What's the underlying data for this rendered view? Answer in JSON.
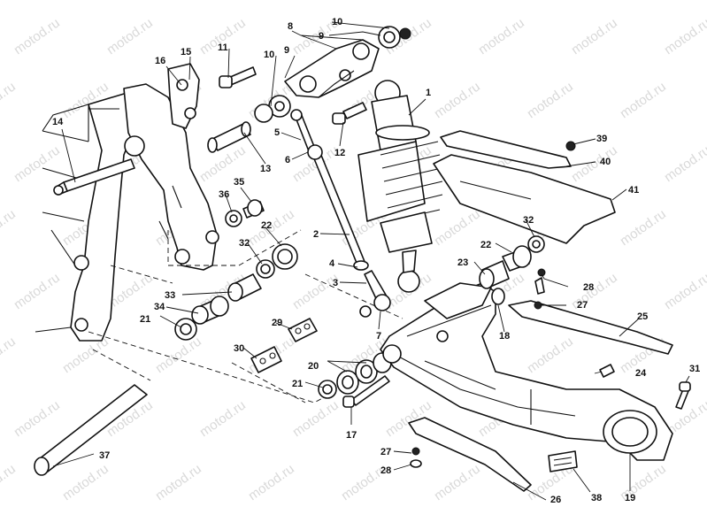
{
  "watermark": {
    "text": "motod.ru"
  },
  "callouts": [
    {
      "id": "c1",
      "text": "1"
    },
    {
      "id": "c2",
      "text": "2"
    },
    {
      "id": "c3",
      "text": "3"
    },
    {
      "id": "c4",
      "text": "4"
    },
    {
      "id": "c5",
      "text": "5"
    },
    {
      "id": "c6",
      "text": "6"
    },
    {
      "id": "c7",
      "text": "7"
    },
    {
      "id": "c8",
      "text": "8"
    },
    {
      "id": "c9a",
      "text": "9"
    },
    {
      "id": "c9b",
      "text": "9"
    },
    {
      "id": "c10a",
      "text": "10"
    },
    {
      "id": "c10b",
      "text": "10"
    },
    {
      "id": "c11",
      "text": "11"
    },
    {
      "id": "c12",
      "text": "12"
    },
    {
      "id": "c13",
      "text": "13"
    },
    {
      "id": "c14",
      "text": "14"
    },
    {
      "id": "c15",
      "text": "15"
    },
    {
      "id": "c16",
      "text": "16"
    },
    {
      "id": "c17",
      "text": "17"
    },
    {
      "id": "c18",
      "text": "18"
    },
    {
      "id": "c19",
      "text": "19"
    },
    {
      "id": "c20",
      "text": "20"
    },
    {
      "id": "c21a",
      "text": "21"
    },
    {
      "id": "c21b",
      "text": "21"
    },
    {
      "id": "c22a",
      "text": "22"
    },
    {
      "id": "c22b",
      "text": "22"
    },
    {
      "id": "c23",
      "text": "23"
    },
    {
      "id": "c24",
      "text": "24"
    },
    {
      "id": "c25",
      "text": "25"
    },
    {
      "id": "c26",
      "text": "26"
    },
    {
      "id": "c27a",
      "text": "27"
    },
    {
      "id": "c27b",
      "text": "27"
    },
    {
      "id": "c28a",
      "text": "28"
    },
    {
      "id": "c28b",
      "text": "28"
    },
    {
      "id": "c29",
      "text": "29"
    },
    {
      "id": "c30",
      "text": "30"
    },
    {
      "id": "c31",
      "text": "31"
    },
    {
      "id": "c32a",
      "text": "32"
    },
    {
      "id": "c32b",
      "text": "32"
    },
    {
      "id": "c33",
      "text": "33"
    },
    {
      "id": "c34",
      "text": "34"
    },
    {
      "id": "c35",
      "text": "35"
    },
    {
      "id": "c36",
      "text": "36"
    },
    {
      "id": "c37",
      "text": "37"
    },
    {
      "id": "c38",
      "text": "38"
    },
    {
      "id": "c39",
      "text": "39"
    },
    {
      "id": "c40",
      "text": "40"
    },
    {
      "id": "c41",
      "text": "41"
    }
  ]
}
